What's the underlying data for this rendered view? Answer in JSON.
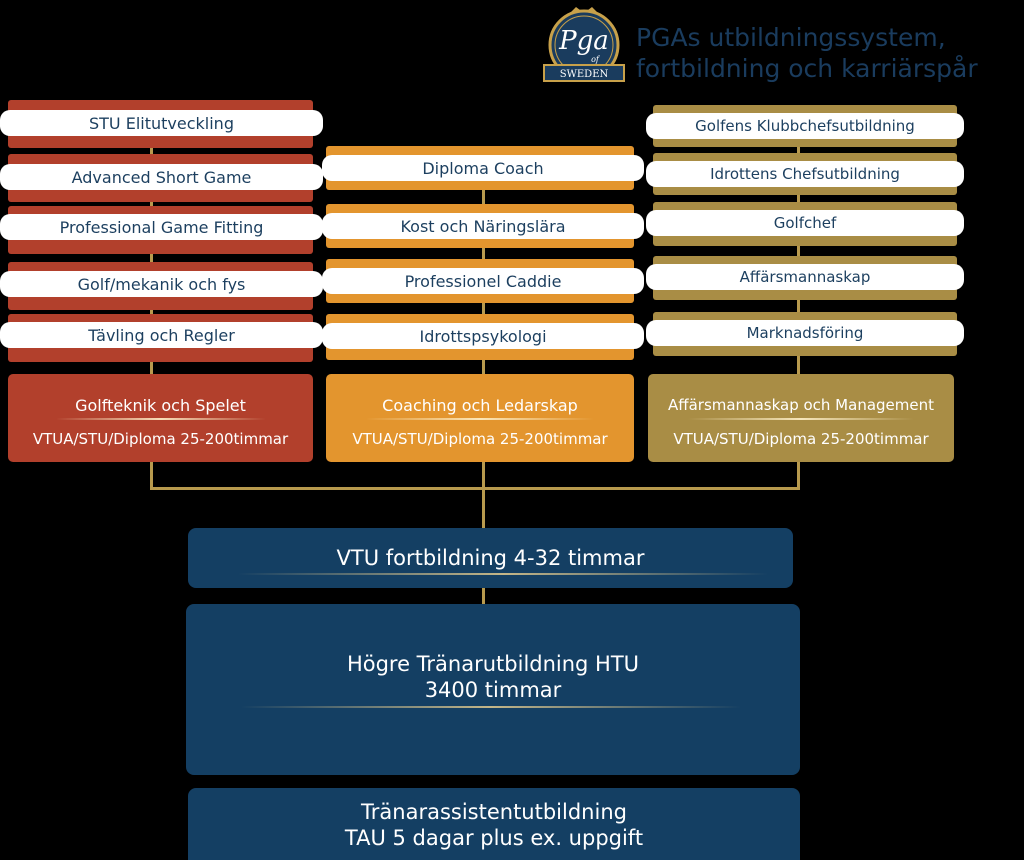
{
  "header": {
    "logo_text": "Pga",
    "logo_of": "of",
    "logo_country": "SWEDEN",
    "title_line1": "PGAs utbildningssystem,",
    "title_line2": "fortbildning och karriärspår"
  },
  "colors": {
    "red": "#b2402c",
    "orange": "#e3952e",
    "gold": "#a98d45",
    "navy": "#143f63",
    "connector": "#b89a4e"
  },
  "columns": {
    "left": {
      "items": [
        "STU Elitutveckling",
        "Advanced Short Game",
        "Professional Game Fitting",
        "Golf/mekanik och fys",
        "Tävling och Regler"
      ],
      "box_title": "Golfteknik och Spelet",
      "box_subtitle": "VTUA/STU/Diploma 25-200timmar"
    },
    "middle": {
      "items": [
        "Diploma Coach",
        "Kost och Näringslära",
        "Professionel Caddie",
        "Idrottspsykologi"
      ],
      "box_title": "Coaching och Ledarskap",
      "box_subtitle": "VTUA/STU/Diploma 25-200timmar"
    },
    "right": {
      "items": [
        "Golfens Klubbchefsutbildning",
        "Idrottens Chefsutbildning",
        "Golfchef",
        "Affärsmannaskap",
        "Marknadsföring"
      ],
      "box_title": "Affärsmannaskap och Management",
      "box_subtitle": "VTUA/STU/Diploma 25-200timmar"
    }
  },
  "levels": {
    "vtu": "VTU fortbildning  4-32 timmar",
    "htu_line1": "Högre Tränarutbildning HTU",
    "htu_line2": "3400 timmar",
    "tau_line1": "Tränarassistentutbildning",
    "tau_line2": "TAU 5 dagar plus ex. uppgift"
  }
}
